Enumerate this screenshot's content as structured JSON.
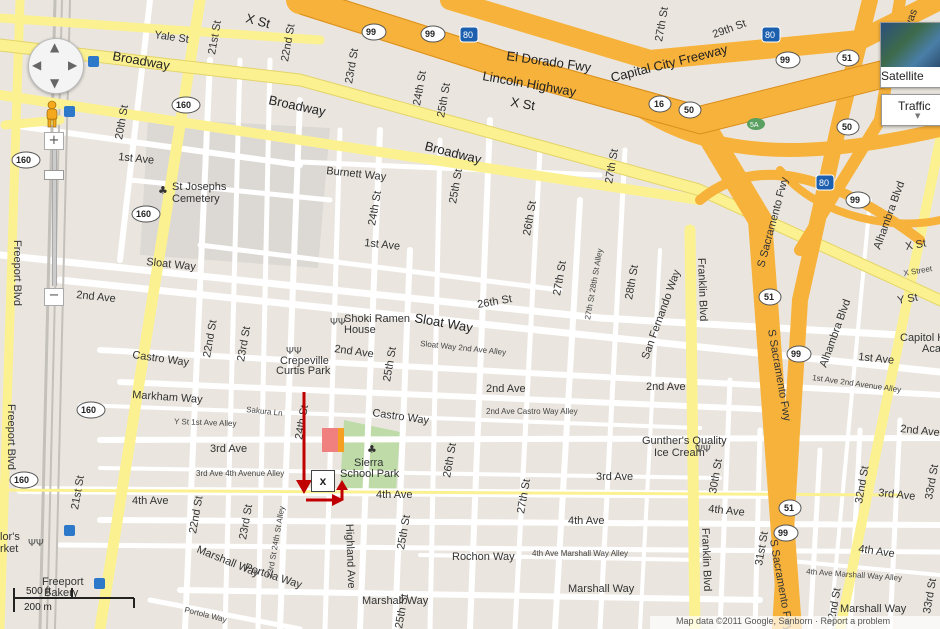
{
  "streets": {
    "x_st": "X St",
    "yale_st": "Yale St",
    "broadway": "Broadway",
    "el_dorado_fwy": "El Dorado Fwy",
    "lincoln_highway": "Lincoln Highway",
    "capital_city_fwy": "Capital City Freeway",
    "st_21": "21st St",
    "st_22": "22nd St",
    "st_23": "23rd St",
    "st_24": "24th St",
    "st_25": "25th St",
    "st_26": "26th St",
    "st_27": "27th St",
    "st_28": "28th St",
    "st_29": "29th St",
    "st_20": "20th St",
    "st_30": "30th St",
    "st_31": "31st St",
    "st_32": "32nd St",
    "st_33": "33rd St",
    "ave_1": "1st Ave",
    "ave_2": "2nd Ave",
    "ave_3": "3rd Ave",
    "ave_4": "4th Ave",
    "y_st": "Y St",
    "burnett_way": "Burnett Way",
    "sloat_way": "Sloat Way",
    "castro_way": "Castro Way",
    "markham_way": "Markham Way",
    "sakura_ln": "Sakura Ln",
    "marshall_way": "Marshall Way",
    "portola_way": "Portola Way",
    "rochon_way": "Rochon Way",
    "franklin_blvd": "Franklin Blvd",
    "freeport_blvd": "Freeport Blvd",
    "s_sacramento_fwy": "S Sacramento Fwy",
    "alhambra_blvd": "Alhambra Blvd",
    "highland_ave": "Highland Ave",
    "elvas": "Elvas",
    "x_street": "X Street",
    "san_fernando_way": "San Fernando Way",
    "y_st_1st_ave_alley": "Y St 1st Ave Alley",
    "ave3_ave4_alley": "3rd Ave 4th Avenue Alley",
    "ave2_castro_alley": "2nd Ave Castro Way Alley",
    "sloat_2nd_alley": "Sloat Way 2nd Ave Alley",
    "st27_28_alley": "27th St 28th St Alley",
    "st23_24_alley": "23rd St 24th St Alley",
    "ave4_marshall_alley": "4th Ave Marshall Way Alley",
    "ave1_2nd_alley": "1st Ave 2nd Avenue Alley"
  },
  "pois": {
    "cemetery": [
      "St Josephs",
      "Cemetery"
    ],
    "shoki": [
      "Shoki Ramen",
      "House"
    ],
    "crepeville": [
      "Crepeville",
      "Curtis Park"
    ],
    "sierra_park": [
      "Sierra",
      "School Park"
    ],
    "gunthers": [
      "Gunther's Quality",
      "Ice Cream"
    ],
    "freeport": [
      "Freeport",
      "Bakery"
    ],
    "capitol": [
      "Capitol H",
      "Aca"
    ],
    "taylors": [
      "lor's",
      "rket"
    ]
  },
  "shields": {
    "r99": "99",
    "r80": "80",
    "r160": "160",
    "r16": "16",
    "r50": "50",
    "r51": "51",
    "r5a": "5A"
  },
  "controls": {
    "satellite_label": "Satellite",
    "traffic_label": "Traffic",
    "zoom_in": "+",
    "zoom_out": "−",
    "scale_ft": "500 ft",
    "scale_m": "200 m",
    "footer": "Map data ©2011 Google, Sanborn · Report a problem",
    "close_label": "x"
  },
  "colors": {
    "land": "#eae6df",
    "road": "#ffffff",
    "arterial": "#fcf191",
    "freeway": "#f7b23b",
    "park": "#bfdca8",
    "cemetery": "#dcd9d4",
    "arrow": "#c00000"
  }
}
